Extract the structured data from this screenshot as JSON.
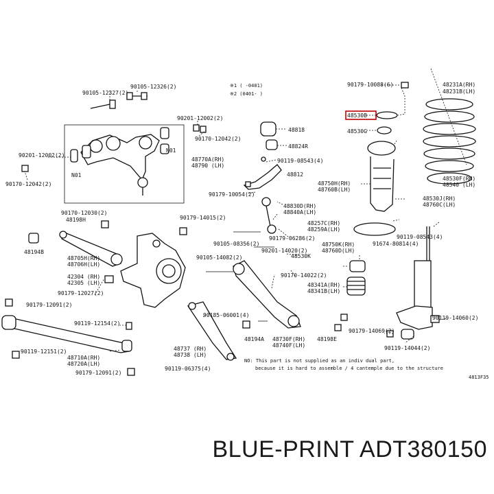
{
  "legend": {
    "line1": "※1 (    -0401)",
    "line2": "※2 (0401-      )"
  },
  "labels": {
    "l90105_12326": "90105-12326(2)",
    "l90105_12327": "90105-12327(2)",
    "l90201_12002": "90201-12002(2)",
    "l90170_12042a": "90170-12042(2)",
    "l90179_10088": "90179-10088(6)",
    "l48231a": "48231A(RH)",
    "l48231b": "48231B(LH)",
    "l48530b": "48530B",
    "l48530g": "48530G",
    "l48818": "48818",
    "l48824r": "48824R",
    "l90119_08543": "90119-08543(4)",
    "l48770a": "48770A(RH)",
    "l48790": "48790 (LH)",
    "lN01a": "N01",
    "lN01b": "N01",
    "l90201_12002b": "90201-12002(2)",
    "l90170_12042b": "90170-12042(2)",
    "l48812": "48812",
    "l48750h": "48750H(RH)",
    "l48760b": "48760B(LH)",
    "l48530f": "48530F(RH)",
    "l48540": "48540 (LH)",
    "l48530j": "48530J(RH)",
    "l48760c": "48760C(LH)",
    "l90179_10054": "90179-10054(2)",
    "l90170_12030": "90170-12030(2)",
    "l48198h": "48198H",
    "l90179_14015": "90179-14015(2)",
    "l48830d": "48830D(RH)",
    "l48840a": "48840A(LH)",
    "l48257c": "48257C(RH)",
    "l48259a": "48259A(LH)",
    "l90119_08543b": "90119-08543(4)",
    "l91674_80814": "91674-80814(4)",
    "l48194b": "48194B",
    "l90179_06286": "90179-06286(2)",
    "l90105_08356": "90105-08356(2)",
    "l48750k": "48750K(RH)",
    "l48760d": "48760D(LH)",
    "l90201_14020": "90201-14020(2)",
    "l48530k": "48530K",
    "l48705h": "48705H(RH)",
    "l48706h": "48706H(LH)",
    "l90105_14082": "90105-14082(2)",
    "l42304": "42304 (RH)",
    "l42305": "42305 (LH)",
    "l90170_14022": "90170-14022(2)",
    "l48341a": "48341A(RH)",
    "l48341b": "48341B(LH)",
    "l90179_12027": "90179-12027(2)",
    "l90179_12091a": "90179-12091(2)",
    "l90119_12154a": "90119-12154(2)",
    "l90185_06001": "90185-06001(4)",
    "l90179_14069": "90179-14069(2)",
    "l90119_14060": "90119-14060(2)",
    "l48194a": "48194A",
    "l48730f": "48730F(RH)",
    "l48740f": "48740F(LH)",
    "l48198e": "48198E",
    "l90119_12151": "90119-12151(2)",
    "l90119_14044": "90119-14044(2)",
    "l48737": "48737 (RH)",
    "l48738": "48738 (LH)",
    "l48710a": "48710A(RH)",
    "l48720a": "48720A(LH)",
    "l90119_06375": "90119-06375(4)",
    "l90179_12091b": "90179-12091(2)",
    "note1": "NO: This part is not supplied as an indiv dual part,",
    "note2": "because it is hard to assemble / 4 cantemple due to the structure",
    "fig": "4813F35"
  },
  "footer": {
    "brand_part": "BLUE-PRINT ADT380150"
  }
}
